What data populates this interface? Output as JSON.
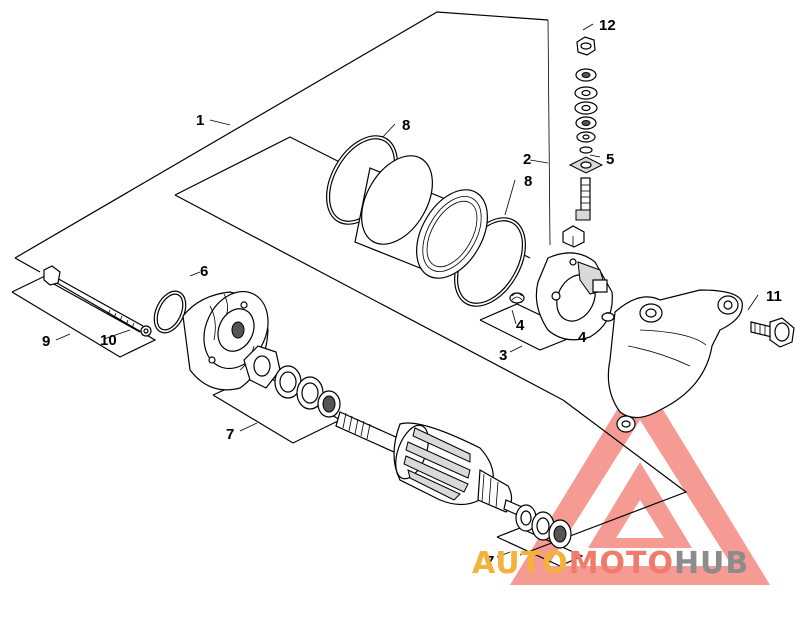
{
  "diagram": {
    "callouts": {
      "c1": "1",
      "c2": "2",
      "c3": "3",
      "c4a": "4",
      "c4b": "4",
      "c5": "5",
      "c6": "6",
      "c7a": "7",
      "c7b": "7",
      "c8a": "8",
      "c8b": "8",
      "c9": "9",
      "c10": "10",
      "c11": "11",
      "c12": "12"
    }
  },
  "watermark": {
    "part1": "AUTO",
    "part2": "MOTO",
    "part3": "HUB",
    "colors": {
      "auto": "#f3b23a",
      "moto": "#f07b6a",
      "hub": "#8c8c8c",
      "triangle": "#ef4b3c"
    }
  }
}
